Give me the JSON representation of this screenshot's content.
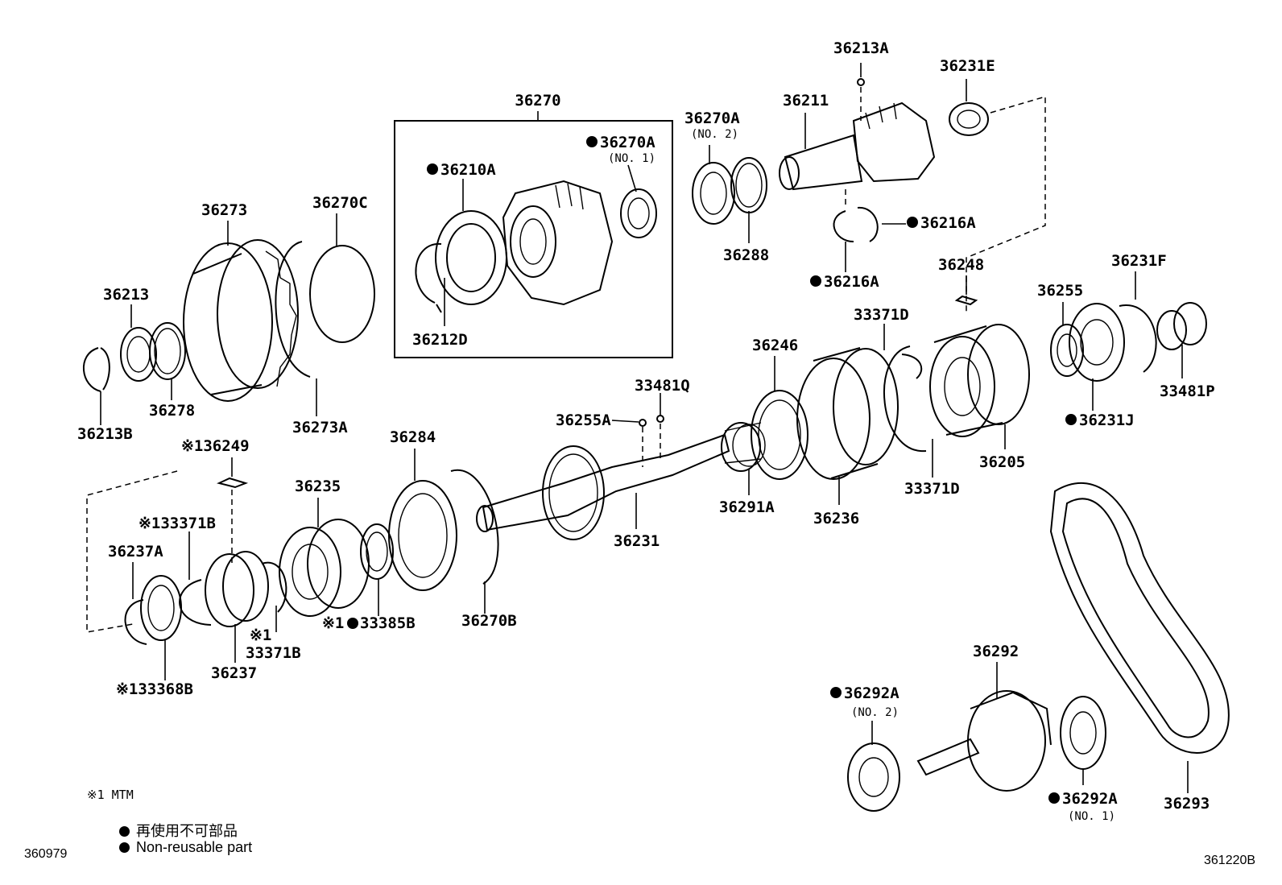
{
  "markers": {
    "bullet": "●",
    "note": "※1"
  },
  "group": {
    "id": "36270",
    "subs": {
      "36210A": "36210A",
      "36270A_no1": "36270A",
      "no1": "(NO. 1)",
      "36212D": "36212D"
    }
  },
  "labels": [
    {
      "key": "36213A",
      "text": "36213A"
    },
    {
      "key": "36231E",
      "text": "36231E"
    },
    {
      "key": "36270A2",
      "text": "36270A"
    },
    {
      "key": "no2a",
      "text": "(NO. 2)"
    },
    {
      "key": "36211",
      "text": "36211"
    },
    {
      "key": "36288",
      "text": "36288"
    },
    {
      "key": "36216A_r",
      "text": "36216A"
    },
    {
      "key": "36216A_b",
      "text": "36216A"
    },
    {
      "key": "36273",
      "text": "36273"
    },
    {
      "key": "36270C",
      "text": "36270C"
    },
    {
      "key": "36213",
      "text": "36213"
    },
    {
      "key": "36278",
      "text": "36278"
    },
    {
      "key": "36213B",
      "text": "36213B"
    },
    {
      "key": "36273A",
      "text": "36273A"
    },
    {
      "key": "36248",
      "text": "36248"
    },
    {
      "key": "36231F",
      "text": "36231F"
    },
    {
      "key": "36255",
      "text": "36255"
    },
    {
      "key": "33371D_t",
      "text": "33371D"
    },
    {
      "key": "36246",
      "text": "36246"
    },
    {
      "key": "33481P",
      "text": "33481P"
    },
    {
      "key": "36231J",
      "text": "36231J"
    },
    {
      "key": "33481Q",
      "text": "33481Q"
    },
    {
      "key": "36255A",
      "text": "36255A"
    },
    {
      "key": "36205",
      "text": "36205"
    },
    {
      "key": "33371D_b",
      "text": "33371D"
    },
    {
      "key": "36291A",
      "text": "36291A"
    },
    {
      "key": "36236",
      "text": "36236"
    },
    {
      "key": "36284",
      "text": "36284"
    },
    {
      "key": "36249",
      "text": "36249"
    },
    {
      "key": "36235",
      "text": "36235"
    },
    {
      "key": "33371B_t",
      "text": "33371B"
    },
    {
      "key": "36237A",
      "text": "36237A"
    },
    {
      "key": "36231",
      "text": "36231"
    },
    {
      "key": "36270B",
      "text": "36270B"
    },
    {
      "key": "33385B",
      "text": "33385B"
    },
    {
      "key": "33371B_b",
      "text": "33371B"
    },
    {
      "key": "36237",
      "text": "36237"
    },
    {
      "key": "33368B",
      "text": "33368B"
    },
    {
      "key": "36292",
      "text": "36292"
    },
    {
      "key": "36292A_2",
      "text": "36292A"
    },
    {
      "key": "no2b",
      "text": "(NO. 2)"
    },
    {
      "key": "36292A_1",
      "text": "36292A"
    },
    {
      "key": "no1b",
      "text": "(NO. 1)"
    },
    {
      "key": "36293",
      "text": "36293"
    }
  ],
  "footnote": "※1 MTM",
  "legend": {
    "jp": "再使用不可部品",
    "en": "Non-reusable part"
  },
  "codes": {
    "left": "360979",
    "right": "361220B"
  }
}
